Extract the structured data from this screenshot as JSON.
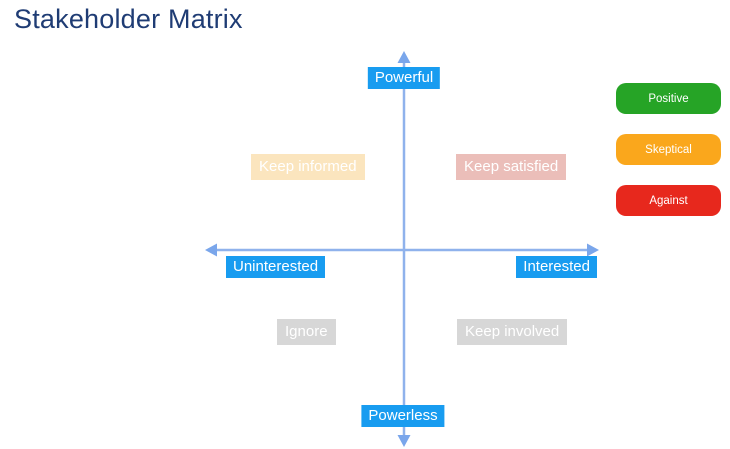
{
  "title": "Stakeholder Matrix",
  "colors": {
    "title_text": "#1F3C74",
    "axis_line": "#8FB2EC",
    "axis_arrow": "#7AA6EB",
    "axis_chip_bg": "#189CF0",
    "chip_text": "#FFFFFF"
  },
  "axis_labels": {
    "top": "Powerful",
    "bottom": "Powerless",
    "left": "Uninterested",
    "right": "Interested"
  },
  "quadrants": {
    "top_left": {
      "label": "Keep informed",
      "bg": "#FBE5BE"
    },
    "top_right": {
      "label": "Keep satisfied",
      "bg": "#EBBEB9"
    },
    "bottom_left": {
      "label": "Ignore",
      "bg": "#D7D7D7"
    },
    "bottom_right": {
      "label": "Keep involved",
      "bg": "#D7D7D7"
    }
  },
  "legend": {
    "items": [
      {
        "label": "Positive",
        "color": "#26A426"
      },
      {
        "label": "Skeptical",
        "color": "#FAA71C"
      },
      {
        "label": "Against",
        "color": "#E7281D"
      }
    ]
  }
}
